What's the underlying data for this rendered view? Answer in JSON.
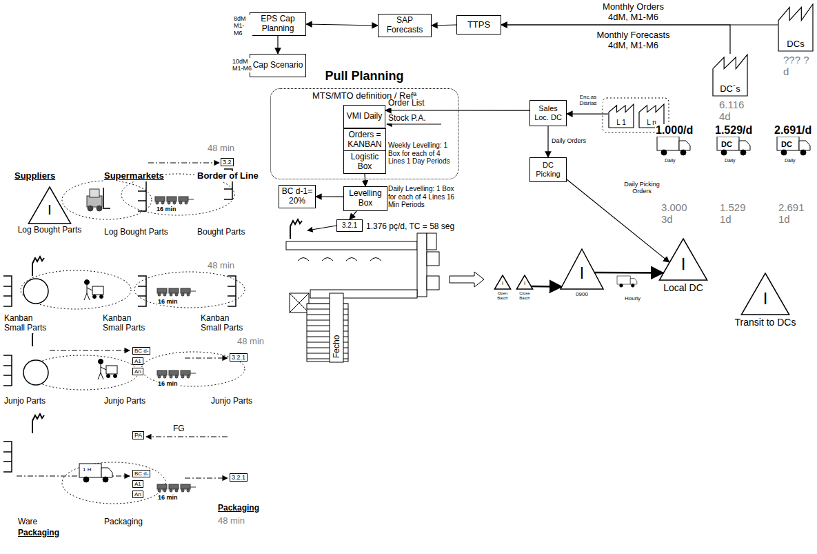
{
  "diagram": {
    "nodes": [
      {
        "text": [
          "EPS Cap Planning"
        ]
      },
      {
        "text": [
          "SAP Forecasts"
        ]
      },
      {
        "text": [
          "TTPS"
        ]
      },
      {
        "text": [
          "Cap Scenario"
        ]
      },
      {
        "text": [
          "Pull Planning",
          "MTS/MTO definition / Refª"
        ]
      },
      {
        "text": [
          "VMI Daily"
        ],
        "in": 4
      },
      {
        "text": [
          "Orders = KANBAN"
        ],
        "in": 4
      },
      {
        "text": [
          "Logistic Box"
        ],
        "in": 4
      },
      {
        "text": [
          "Levelling Box"
        ]
      },
      {
        "text": [
          "BC d-1= 20%"
        ]
      },
      {
        "text": [
          "3.2.1"
        ]
      },
      {
        "text": [
          "Sales Loc. DC"
        ]
      },
      {
        "text": [
          "DC Picking"
        ]
      },
      {
        "text": [
          "L 1"
        ]
      },
      {
        "text": [
          "L n"
        ]
      },
      {
        "text": [
          "DCs"
        ]
      },
      {
        "text": [
          "DC´s"
        ]
      },
      {
        "text": [
          "I",
          "Log Bought Parts"
        ]
      },
      {
        "text": [
          "I",
          "Open Batch"
        ]
      },
      {
        "text": [
          "I",
          "Close Batch"
        ]
      },
      {
        "text": [
          "I",
          "0900"
        ]
      },
      {
        "text": [
          "I",
          "Local DC"
        ]
      },
      {
        "text": [
          "I",
          "Transit to DCs"
        ]
      }
    ],
    "edges": [
      {
        "from": 1,
        "to": 0,
        "arrow": "both"
      },
      {
        "from": 2,
        "to": 1,
        "arrow": "to"
      },
      {
        "from": 15,
        "to": 2,
        "arrow": "to",
        "label": "Monthly Orders 4dM, M1-M6"
      },
      {
        "from": 16,
        "to": 2,
        "arrow": "to"
      },
      {
        "from": 0,
        "to": 3,
        "arrow": "to"
      },
      {
        "from": 13,
        "to": 11,
        "arrow": "to",
        "label": "Enc.as Diárias"
      },
      {
        "from": 11,
        "to": 12,
        "arrow": "to",
        "label": "Daily Orders"
      },
      {
        "from": 11,
        "to": 5,
        "arrow": "to",
        "label": "Order List"
      },
      {
        "from": 12,
        "to": 21,
        "arrow": "to",
        "label": "Daily Picking Orders"
      },
      {
        "from": 7,
        "to": 8,
        "arrow": "to"
      },
      {
        "from": 8,
        "to": 9,
        "arrow": "to"
      },
      {
        "from": 8,
        "to": 10,
        "arrow": "to"
      },
      {
        "from": 19,
        "to": 20,
        "arrow": "to"
      },
      {
        "from": 20,
        "to": 21,
        "arrow": "to"
      }
    ],
    "labels": [
      "8dM M1-M6",
      "10dM M1-M6",
      "Monthly Forecasts 4dM, M1-M6",
      "??? ?d",
      "6.116 4d",
      "Suppliers",
      "Supermarkets",
      "Border of Line",
      "48 min",
      "3.2",
      "16 min",
      "Log Bought Parts",
      "Bought Parts",
      "48 min",
      "16 min",
      "Kanban Small Parts",
      "Kanban Small Parts",
      "Kanban Small Parts",
      "48 min",
      "BC d-",
      "A1",
      "An",
      "3.2.1",
      "16 min",
      "Junjo Parts",
      "Junjo Parts",
      "Junjo Parts",
      "PA",
      "FG",
      "BC d-",
      "A1",
      "An",
      "1 H",
      "16 min",
      "3.2.1",
      "Packaging",
      "48 min",
      "Ware",
      "Packaging",
      "Packaging",
      "1.000/d",
      "1.529/d",
      "2.691/d",
      "Daily",
      "DC",
      "Daily",
      "DC",
      "Daily",
      "3.000 3d",
      "1.529 1d",
      "2.691 1d",
      "Weekly Levelling: 1 Box for each of 4 Lines 1 Day Periods",
      "Daily Levelling: 1 Box for each of 4 Lines 16 Min Periods",
      "Stock P.A.",
      "1.376 pç/d, TC = 58 seg",
      "Fecho",
      "Hourly"
    ]
  }
}
